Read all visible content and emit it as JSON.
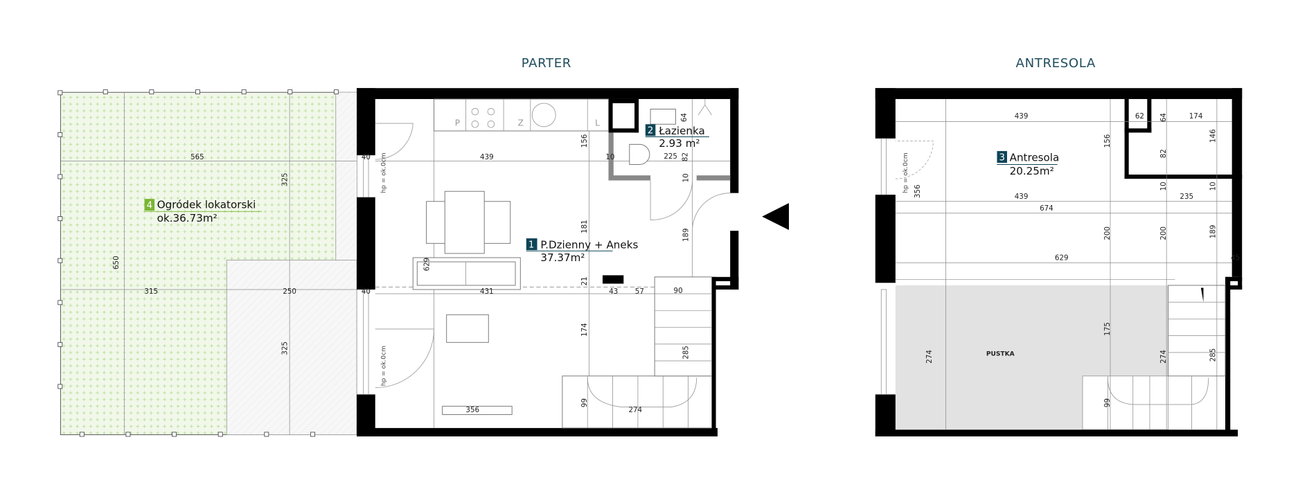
{
  "titles": {
    "parter": "PARTER",
    "antresola": "ANTRESOLA"
  },
  "colors": {
    "title": "#1f4d5c",
    "badge": "#0e4556",
    "badge_green": "#7ab534",
    "garden": "#eef6e4",
    "void": "#e2e2e2"
  },
  "rooms": [
    {
      "number": "1",
      "name": "P.Dzienny + Aneks",
      "area": "37.37m²"
    },
    {
      "number": "2",
      "name": "Łazienka",
      "area": "2.93  m²"
    },
    {
      "number": "3",
      "name": "Antresola",
      "area": "20.25m²"
    },
    {
      "number": "4",
      "name": "Ogródek lokatorski",
      "area": "ok.36.73m²"
    }
  ],
  "kitchen_labels": [
    "P",
    "Z",
    "L"
  ],
  "void_label": "PUSTKA",
  "threshold_label": "hp = ok.0cm",
  "dims": {
    "parter": [
      "565",
      "325",
      "650",
      "315",
      "250",
      "325",
      "40",
      "40",
      "439",
      "10",
      "156",
      "181",
      "629",
      "431",
      "21",
      "43",
      "57",
      "90",
      "174",
      "64",
      "82",
      "225",
      "10",
      "189",
      "285",
      "356",
      "99",
      "274"
    ],
    "antresola": [
      "439",
      "62",
      "64",
      "174",
      "156",
      "146",
      "82",
      "356",
      "439",
      "10",
      "10",
      "235",
      "674",
      "200",
      "200",
      "189",
      "629",
      "45",
      "175",
      "274",
      "274",
      "285",
      "99"
    ]
  }
}
